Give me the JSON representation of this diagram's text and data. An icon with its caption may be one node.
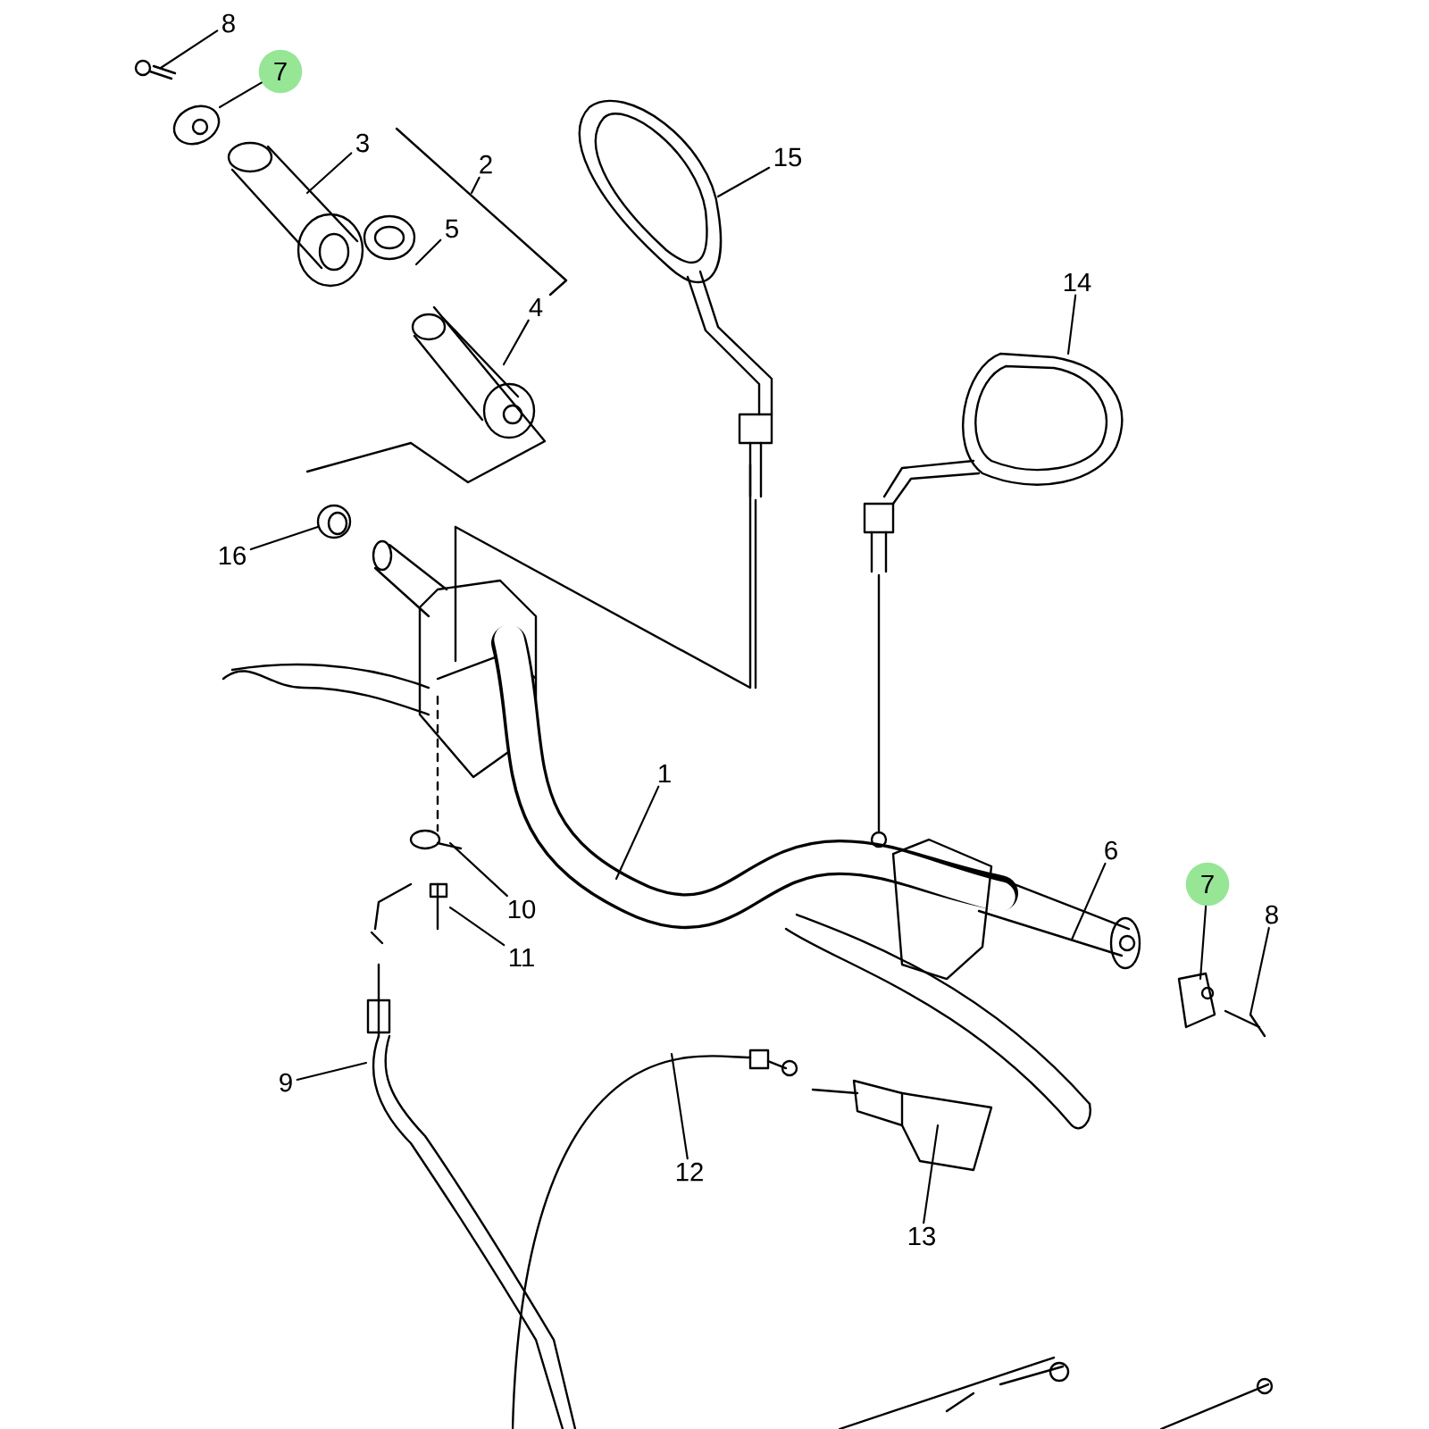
{
  "diagram": {
    "nodes": [
      {
        "text": [
          "8"
        ]
      },
      {
        "text": [
          "7"
        ]
      },
      {
        "text": [
          "3"
        ]
      },
      {
        "text": [
          "2"
        ]
      },
      {
        "text": [
          "5"
        ]
      },
      {
        "text": [
          "4"
        ]
      },
      {
        "text": [
          "15"
        ]
      },
      {
        "text": [
          "14"
        ]
      },
      {
        "text": [
          "16"
        ]
      },
      {
        "text": [
          "1"
        ]
      },
      {
        "text": [
          "6"
        ]
      },
      {
        "text": [
          "7"
        ]
      },
      {
        "text": [
          "8"
        ]
      },
      {
        "text": [
          "10"
        ]
      },
      {
        "text": [
          "11"
        ]
      },
      {
        "text": [
          "9"
        ]
      },
      {
        "text": [
          "12"
        ]
      },
      {
        "text": [
          "13"
        ]
      },
      {
        "text": [],
        "shape": "circle"
      }
    ],
    "edges": [
      {
        "from": 0,
        "to": null,
        "arrow": "none"
      },
      {
        "from": 1,
        "to": null,
        "arrow": "none"
      },
      {
        "from": 2,
        "to": null,
        "arrow": "none"
      },
      {
        "from": 3,
        "to": null,
        "arrow": "none"
      },
      {
        "from": 4,
        "to": null,
        "arrow": "none"
      },
      {
        "from": 5,
        "to": null,
        "arrow": "none"
      },
      {
        "from": 6,
        "to": null,
        "arrow": "none"
      },
      {
        "from": 7,
        "to": null,
        "arrow": "none"
      },
      {
        "from": 8,
        "to": 18,
        "arrow": "none"
      },
      {
        "from": 9,
        "to": null,
        "arrow": "none"
      },
      {
        "from": 10,
        "to": null,
        "arrow": "none"
      },
      {
        "from": 11,
        "to": null,
        "arrow": "none"
      },
      {
        "from": 12,
        "to": null,
        "arrow": "none"
      },
      {
        "from": 13,
        "to": null,
        "arrow": "none"
      },
      {
        "from": 14,
        "to": null,
        "arrow": "none"
      },
      {
        "from": 15,
        "to": null,
        "arrow": "none"
      },
      {
        "from": 16,
        "to": null,
        "arrow": "none"
      },
      {
        "from": 17,
        "to": null,
        "arrow": "none"
      }
    ]
  }
}
